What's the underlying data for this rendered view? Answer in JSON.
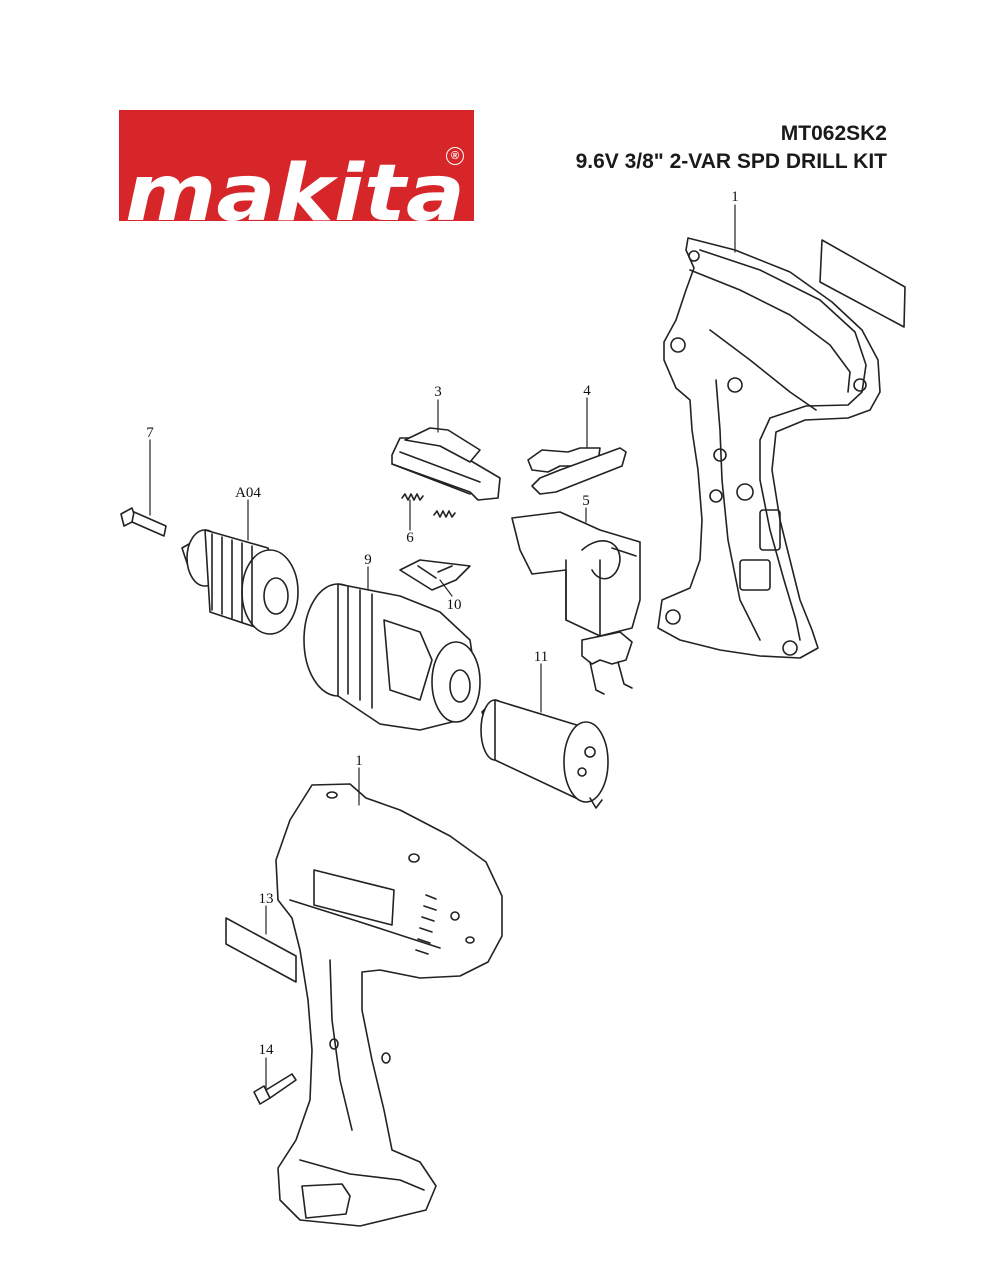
{
  "brand": {
    "logo_text": "makita",
    "registered_mark": "®",
    "color": "#d6262a"
  },
  "header": {
    "model": "MT062SK2",
    "description": "9.6V 3/8\" 2-VAR SPD DRILL KIT"
  },
  "parts": {
    "housing_right": "1",
    "housing_left": "1",
    "switch_lever": "3",
    "reverse_lever": "4",
    "switch": "5",
    "spring_6": "6",
    "screw_7": "7",
    "chuck": "A04",
    "gear_assembly": "9",
    "plate_10": "10",
    "motor": "11",
    "label_13": "13",
    "screw_14": "14"
  }
}
